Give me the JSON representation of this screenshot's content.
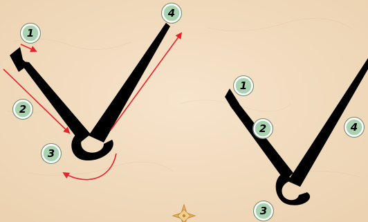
{
  "colors": {
    "background": "#f2dcbf",
    "ink": "#000000",
    "arrow": "#e8222a",
    "badge_fill": "#a9d3b0",
    "badge_ring": "#ffffff",
    "badge_edge": "#6d8f72"
  },
  "left_diagram": {
    "badges": [
      {
        "label": "1"
      },
      {
        "label": "2"
      },
      {
        "label": "3"
      },
      {
        "label": "4"
      }
    ],
    "arrows": [
      {
        "label": "1",
        "direction": "down-right"
      },
      {
        "label": "2",
        "direction": "down-right"
      },
      {
        "label": "3",
        "direction": "curve-left"
      },
      {
        "label": "4",
        "direction": "up-right"
      }
    ]
  },
  "right_diagram": {
    "badges": [
      {
        "label": "1"
      },
      {
        "label": "2"
      },
      {
        "label": "3"
      },
      {
        "label": "4"
      }
    ]
  },
  "ornament": {
    "icon": "star-ornament-icon"
  }
}
